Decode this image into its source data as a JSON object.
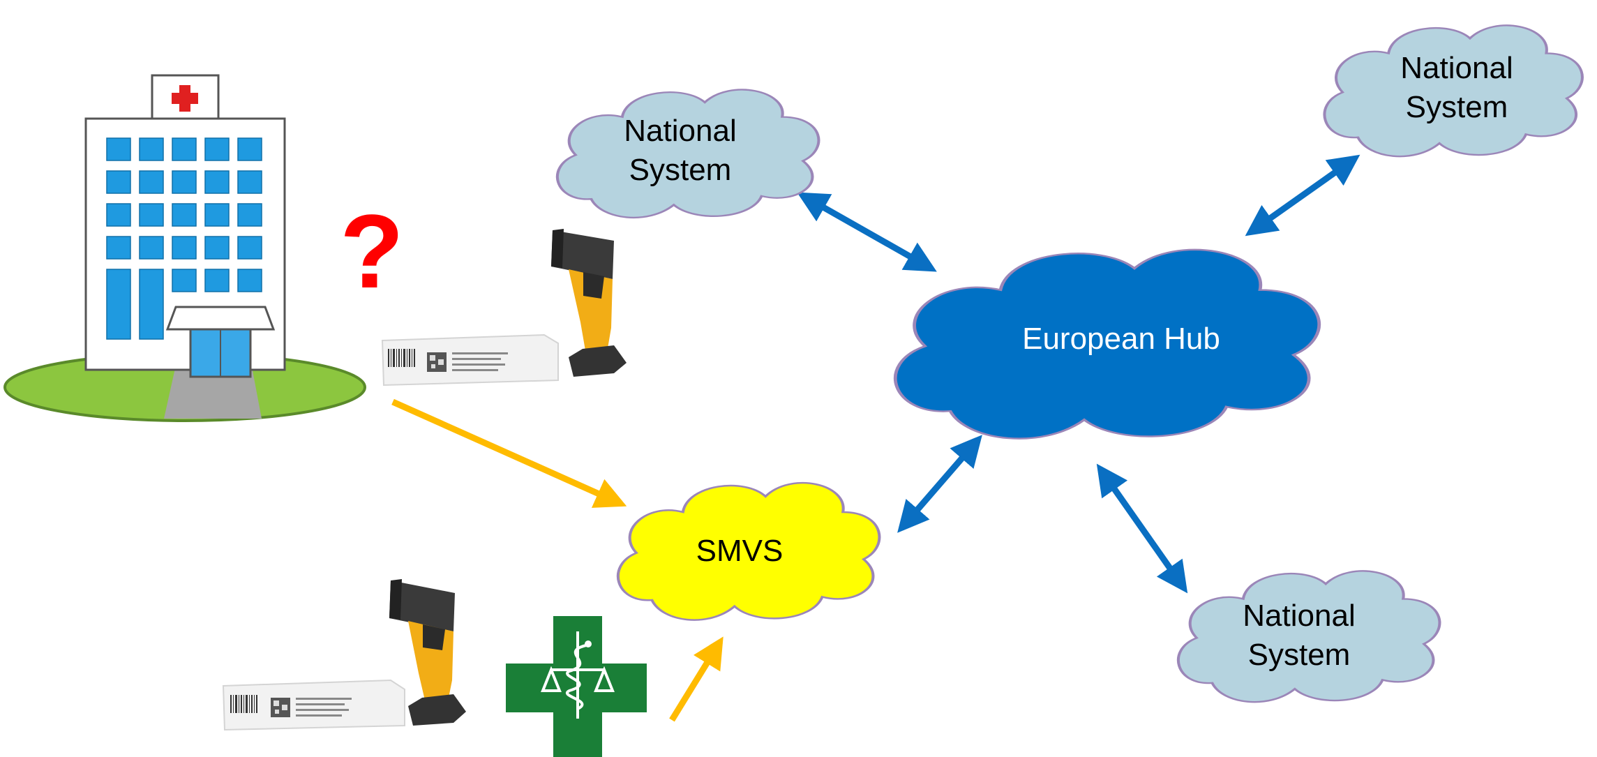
{
  "nodes": {
    "national_top_left": {
      "line1": "National",
      "line2": "System"
    },
    "national_top_right": {
      "line1": "National",
      "line2": "System"
    },
    "national_bottom_right": {
      "line1": "National",
      "line2": "System"
    },
    "european_hub": {
      "label": "European Hub"
    },
    "smvs": {
      "label": "SMVS"
    }
  },
  "hospital": {
    "question_mark": "?"
  },
  "icons": [
    "hospital-icon",
    "barcode-scanner-icon",
    "medicine-box-icon",
    "pharmacy-cross-icon",
    "question-mark-icon"
  ],
  "colors": {
    "national_fill": "#b5d3df",
    "cloud_outline": "#9b86b8",
    "hub_fill": "#0071c5",
    "smvs_fill": "#ffff00",
    "bidirectional_arrow": "#0a6fc2",
    "flow_arrow": "#ffbb00",
    "question_mark": "#ff0000",
    "pharmacy_green": "#1a7f37"
  }
}
